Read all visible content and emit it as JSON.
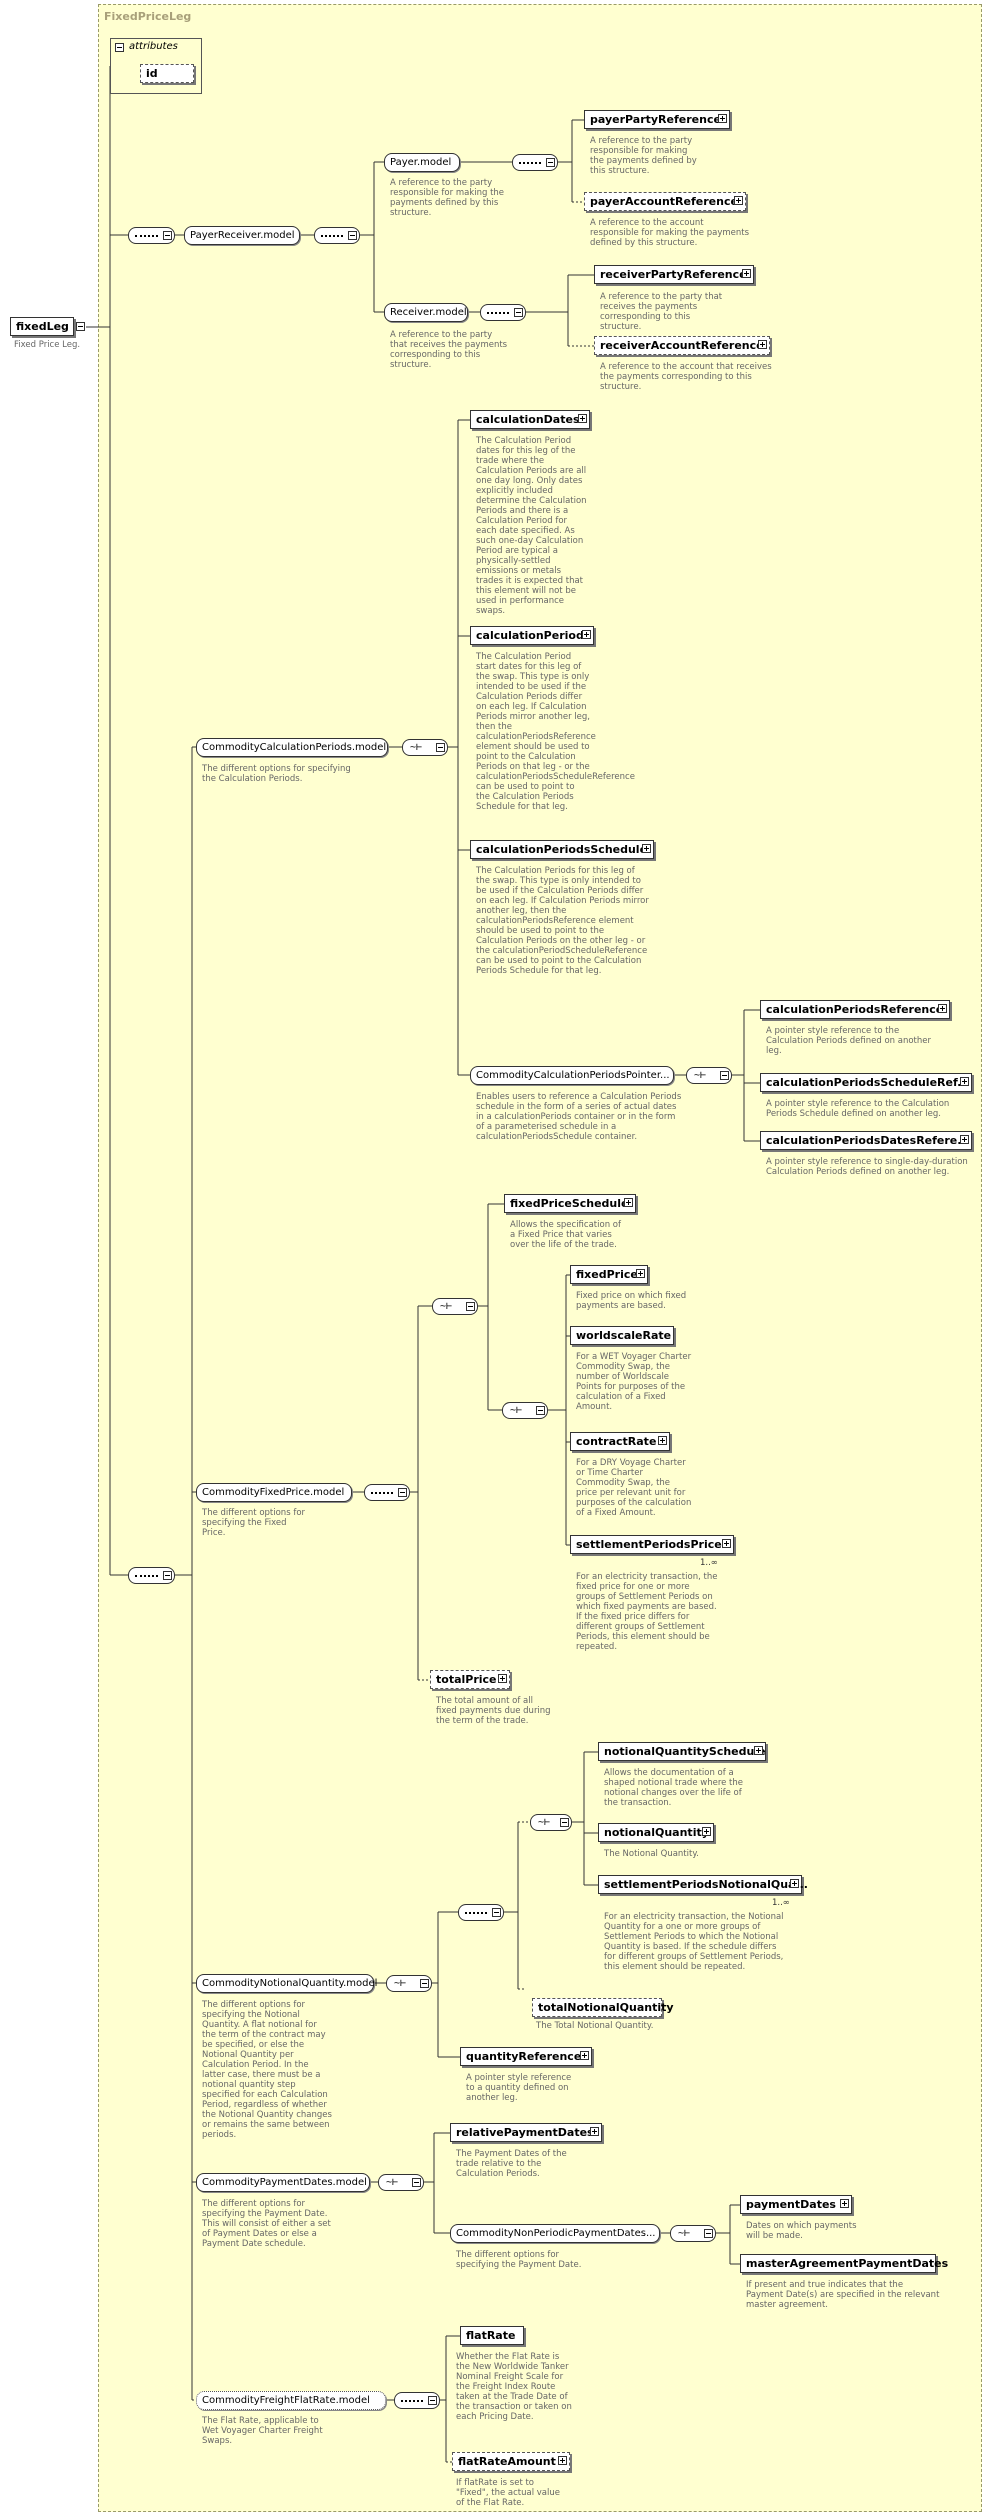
{
  "frame_title": "FixedPriceLeg",
  "attributes_label": "attributes",
  "attr_id": "id",
  "root": {
    "name": "fixedLeg",
    "desc": "Fixed Price Leg."
  },
  "payer_receiver_model": "PayerReceiver.model",
  "payer_model": {
    "name": "Payer.model",
    "desc": "A reference to the party responsible for making the payments defined by this structure."
  },
  "payer_party_reference": {
    "name": "payerPartyReference",
    "desc": "A reference to the party responsible for making the payments defined by this structure."
  },
  "payer_account_reference": {
    "name": "payerAccountReference",
    "desc": "A reference to the account responsible for making the payments defined by this structure."
  },
  "receiver_model": {
    "name": "Receiver.model",
    "desc": "A reference to the party that receives the payments corresponding to this structure."
  },
  "receiver_party_reference": {
    "name": "receiverPartyReference",
    "desc": "A reference to the party that receives the payments corresponding to this structure."
  },
  "receiver_account_reference": {
    "name": "receiverAccountReference",
    "desc": "A reference to the account that receives the payments corresponding to this structure."
  },
  "calc_periods_model": {
    "name": "CommodityCalculationPeriods.model",
    "desc": "The different options for specifying the Calculation Periods."
  },
  "calculation_dates": {
    "name": "calculationDates",
    "desc": "The Calculation Period dates for this leg of the trade where the Calculation Periods are all one day long. Only dates explicitly included determine the Calculation Periods and there is a Calculation Period for each date specified. As such one-day Calculation Period are typical a physically-settled emissions or metals trades it is expected that this element will not be used in performance swaps."
  },
  "calculation_periods": {
    "name": "calculationPeriods",
    "desc": "The Calculation Period start dates for this leg of the swap. This type is only intended to be used if the Calculation Periods differ on each leg. If Calculation Periods mirror another leg, then the calculationPeriodsReference element should be used to point to the Calculation Periods on that leg - or the calculationPeriodsScheduleReference can be used to point to the Calculation Periods Schedule for that leg."
  },
  "calculation_periods_schedule": {
    "name": "calculationPeriodsSchedule",
    "desc": "The Calculation Periods for this leg of the swap. This type is only intended to be used if the Calculation Periods differ on each leg. If Calculation Periods mirror another leg, then the calculationPeriodsReference element should be used to point to the Calculation Periods on the other leg - or the calculationPeriodScheduleReference can be used to point to the Calculation Periods Schedule for that leg."
  },
  "calc_periods_pointer_model": {
    "name": "CommodityCalculationPeriodsPointer...",
    "desc": "Enables users to reference a Calculation Periods schedule in the form of a series of actual dates in a calculationPeriods container or in the form of a parameterised schedule in a calculationPeriodsSchedule container."
  },
  "calculation_periods_reference": {
    "name": "calculationPeriodsReference",
    "desc": "A pointer style reference to the Calculation Periods defined on another leg."
  },
  "calculation_periods_schedule_reference": {
    "name": "calculationPeriodsScheduleRef...",
    "desc": "A pointer style reference to the Calculation Periods Schedule defined on another leg."
  },
  "calculation_periods_dates_reference": {
    "name": "calculationPeriodsDatesRefere...",
    "desc": "A pointer style reference to single-day-duration Calculation Periods defined on another leg."
  },
  "fixed_price_model": {
    "name": "CommodityFixedPrice.model",
    "desc": "The different options for specifying the Fixed Price."
  },
  "fixed_price_schedule": {
    "name": "fixedPriceSchedule",
    "desc": "Allows the specification of a Fixed Price that varies over the life of the trade."
  },
  "fixed_price": {
    "name": "fixedPrice",
    "desc": "Fixed price on which fixed payments are based."
  },
  "worldscale_rate": {
    "name": "worldscaleRate",
    "desc": "For a WET Voyager Charter Commodity Swap, the number of Worldscale Points for purposes of the calculation of a Fixed Amount."
  },
  "contract_rate": {
    "name": "contractRate",
    "desc": "For a DRY Voyage Charter or Time Charter Commodity Swap, the price per relevant unit for purposes of the calculation of a Fixed Amount."
  },
  "settlement_periods_price": {
    "name": "settlementPeriodsPrice",
    "mult": "1..∞",
    "desc": "For an electricity transaction, the fixed price for one or more groups of Settlement Periods on which fixed payments are based. If the fixed price differs for different groups of Settlement Periods, this element should be repeated."
  },
  "total_price": {
    "name": "totalPrice",
    "desc": "The total amount of all fixed payments due during the term of the trade."
  },
  "notional_quantity_model": {
    "name": "CommodityNotionalQuantity.model",
    "desc": "The different options for specifying the Notional Quantity. A flat notional for the term of the contract may be specified, or else the Notional Quantity per Calculation Period. In the latter case, there must be a notional quantity step specified for each Calculation Period, regardless of whether the Notional Quantity changes or remains the same between periods."
  },
  "notional_quantity_schedule": {
    "name": "notionalQuantitySchedule",
    "desc": "Allows the documentation of a shaped notional trade where the notional changes over the life of the transaction."
  },
  "notional_quantity": {
    "name": "notionalQuantity",
    "desc": "The Notional Quantity."
  },
  "settlement_periods_notional_quantity": {
    "name": "settlementPeriodsNotionalQua...",
    "mult": "1..∞",
    "desc": "For an electricity transaction, the Notional Quantity for a one or more groups of Settlement Periods to which the Notional Quantity is based. If the schedule differs for different groups of Settlement Periods, this element should be repeated."
  },
  "total_notional_quantity": {
    "name": "totalNotionalQuantity",
    "desc": "The Total Notional Quantity."
  },
  "quantity_reference": {
    "name": "quantityReference",
    "desc": "A pointer style reference to a quantity defined on another leg."
  },
  "payment_dates_model": {
    "name": "CommodityPaymentDates.model",
    "desc": "The different options for specifying the Payment Date. This will consist of either a set of Payment Dates or else a Payment Date schedule."
  },
  "relative_payment_dates": {
    "name": "relativePaymentDates",
    "desc": "The Payment Dates of the trade relative to the Calculation Periods."
  },
  "non_periodic_payment_dates_model": {
    "name": "CommodityNonPeriodicPaymentDates...",
    "desc": "The different options for specifying the Payment Date."
  },
  "payment_dates": {
    "name": "paymentDates",
    "desc": "Dates on which payments will be made."
  },
  "master_agreement_payment_dates": {
    "name": "masterAgreementPaymentDates",
    "desc": "If present and true indicates that the Payment Date(s) are specified in the relevant master agreement."
  },
  "freight_flat_rate_model": {
    "name": "CommodityFreightFlatRate.model",
    "desc": "The Flat Rate, applicable to Wet Voyager Charter Freight Swaps."
  },
  "flat_rate": {
    "name": "flatRate",
    "desc": "Whether the Flat Rate is the New Worldwide Tanker Nominal Freight Scale for the Freight Index Route taken at the Trade Date of the transaction or taken on each Pricing Date."
  },
  "flat_rate_amount": {
    "name": "flatRateAmount",
    "desc": "If flatRate is set to \"Fixed\", the actual value of the Flat Rate."
  }
}
